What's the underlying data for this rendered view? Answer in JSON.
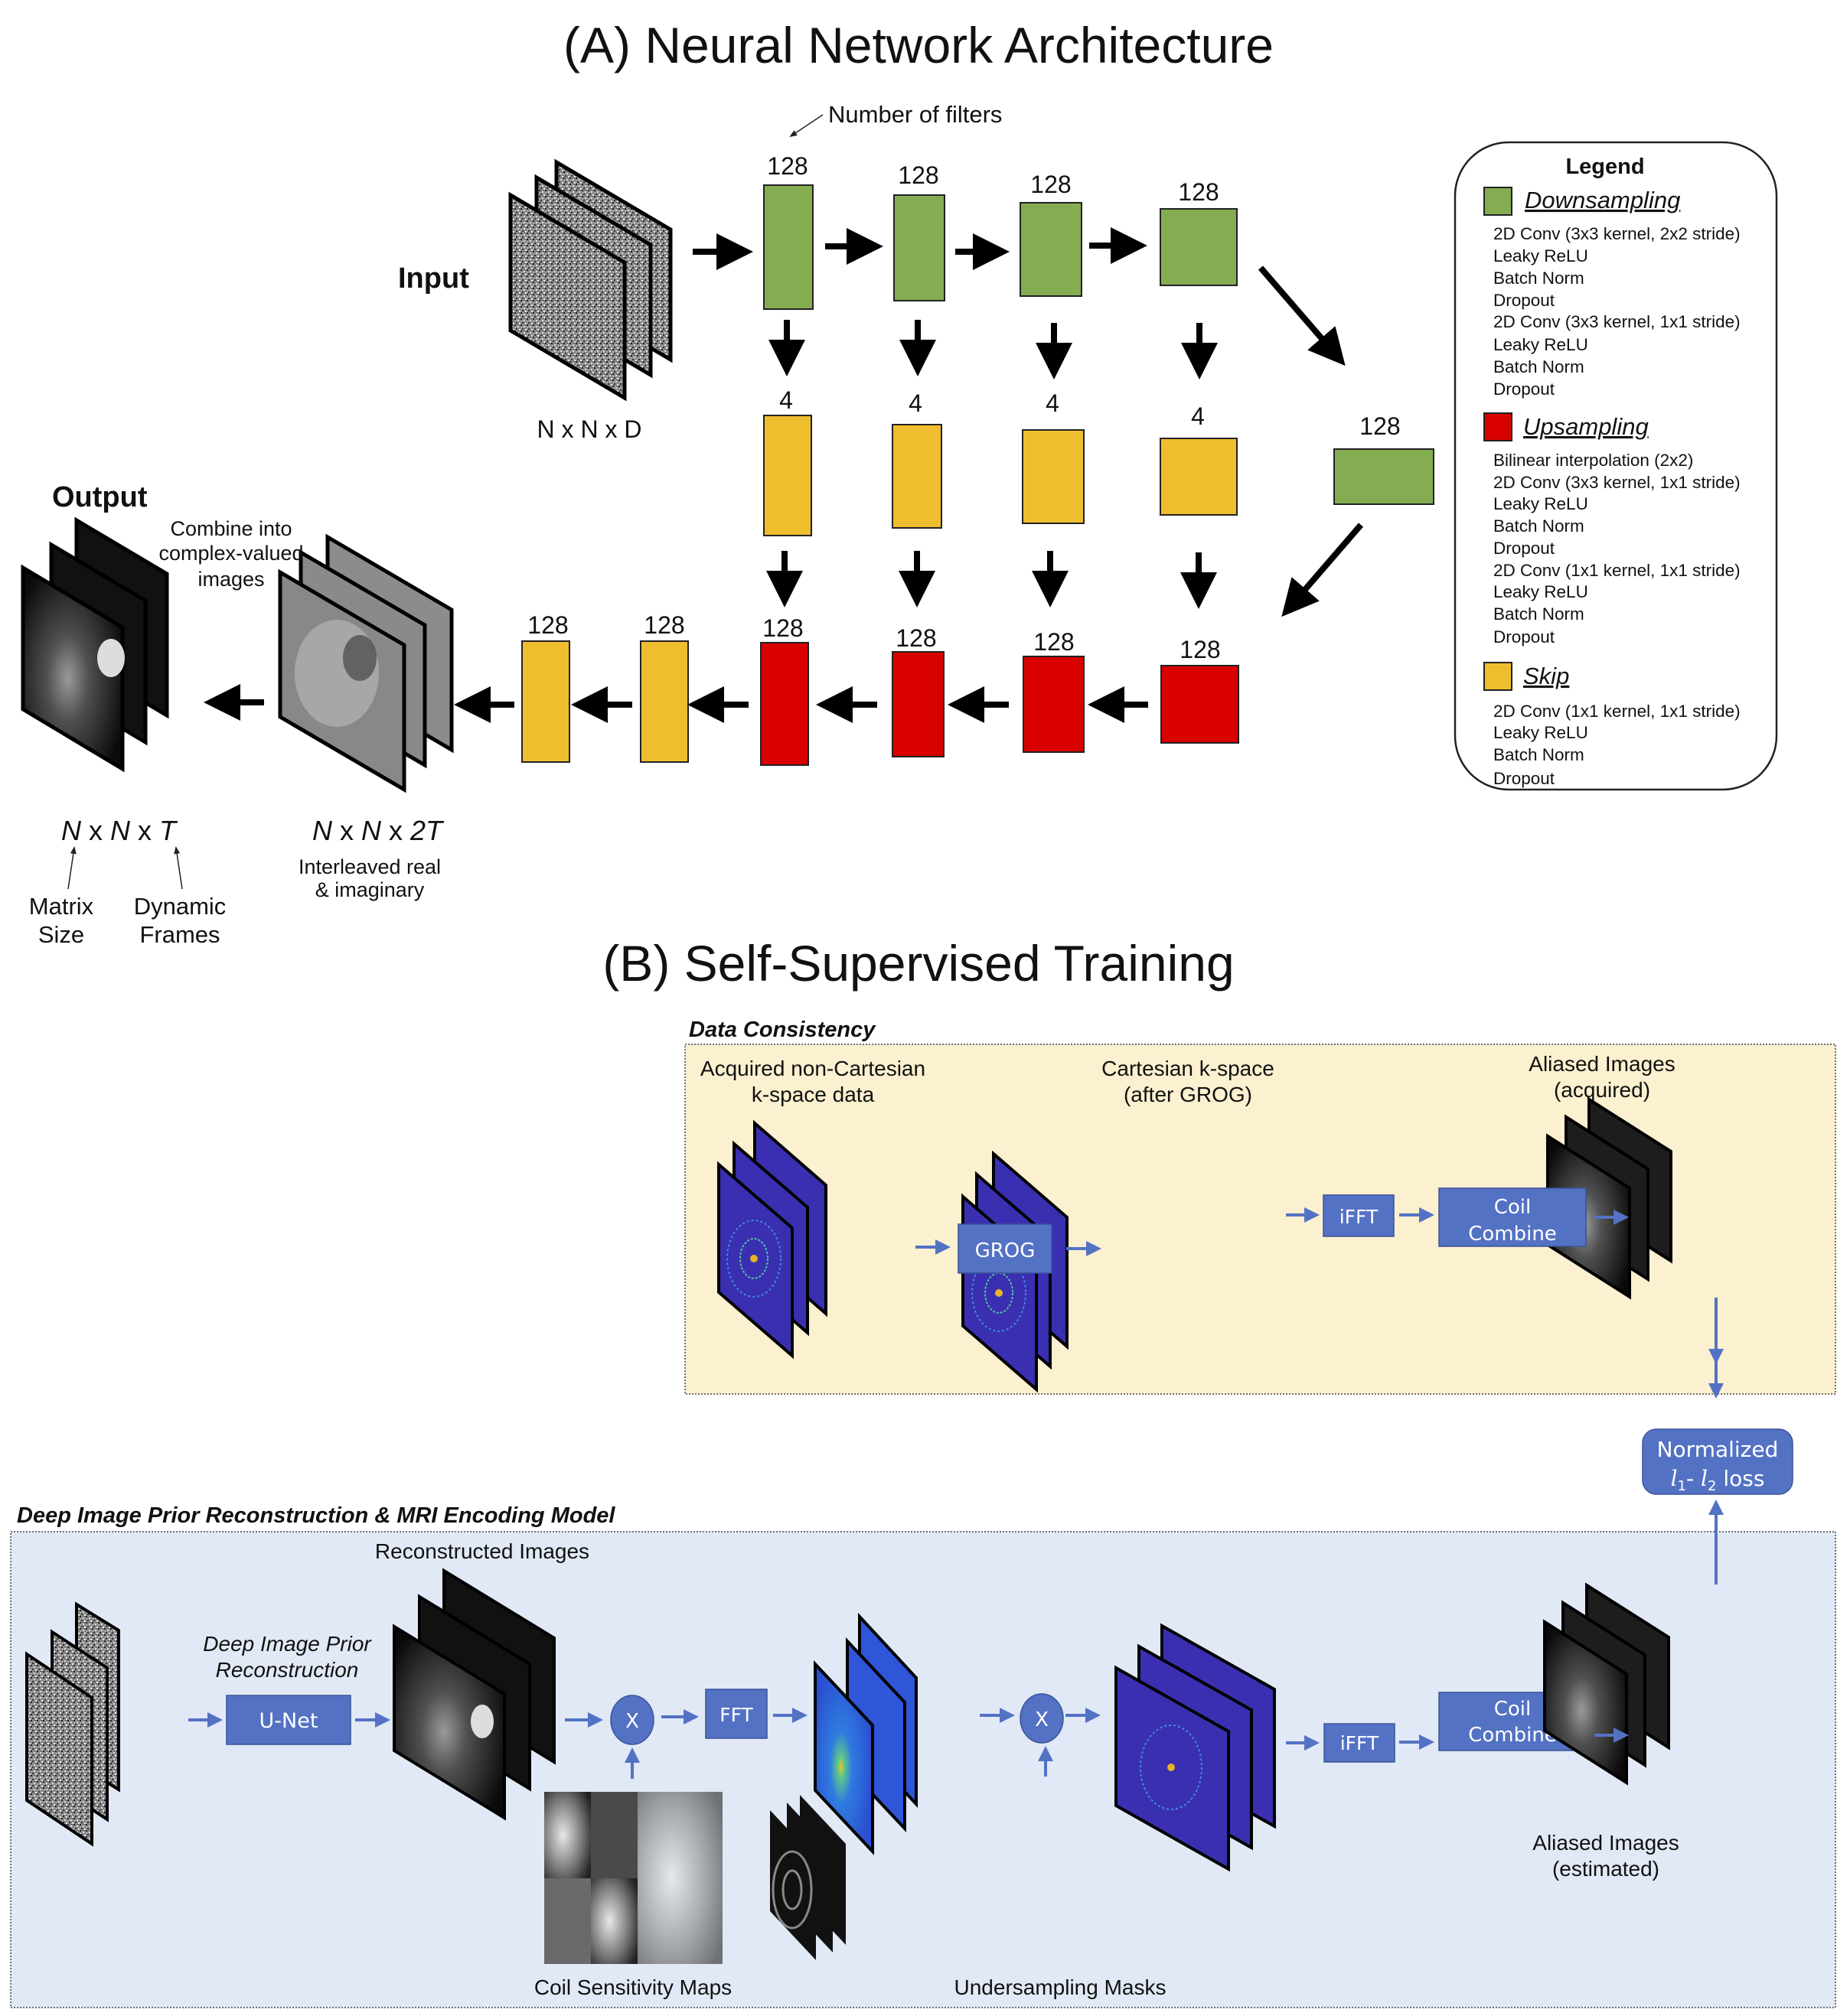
{
  "sectionA": {
    "title": "(A) Neural Network Architecture",
    "annotation_filters": "Number of filters",
    "input_label": "Input",
    "input_dims": "N x N x D",
    "output_label": "Output",
    "combine_label": [
      "Combine into",
      "complex-valued",
      "images"
    ],
    "output_dims": {
      "n1": "N",
      "x1": " x ",
      "n2": "N",
      "x2": " x ",
      "t": "T"
    },
    "interleaved_dims": {
      "n1": "N",
      "x1": " x ",
      "n2": "N",
      "x2": " x ",
      "t": "2T"
    },
    "interleaved_label": [
      "Interleaved real",
      "& imaginary"
    ],
    "matrix_size_label": [
      "Matrix",
      "Size"
    ],
    "dynamic_frames_label": [
      "Dynamic",
      "Frames"
    ],
    "down_blocks": [
      {
        "filters": "128"
      },
      {
        "filters": "128"
      },
      {
        "filters": "128"
      },
      {
        "filters": "128"
      }
    ],
    "bottleneck": {
      "filters": "128"
    },
    "skip_blocks": [
      {
        "filters": "4"
      },
      {
        "filters": "4"
      },
      {
        "filters": "4"
      },
      {
        "filters": "4"
      }
    ],
    "up_blocks": [
      {
        "filters": "128"
      },
      {
        "filters": "128"
      },
      {
        "filters": "128"
      },
      {
        "filters": "128"
      }
    ],
    "output_skip_blocks": [
      {
        "filters": "128"
      },
      {
        "filters": "128"
      }
    ],
    "colors": {
      "down": "#84ad52",
      "skip": "#efbe2f",
      "up": "#d90000"
    }
  },
  "legend": {
    "title": "Legend",
    "sections": [
      {
        "name": "Downsampling",
        "color": "#84ad52",
        "items": [
          "2D Conv (3x3 kernel, 2x2 stride)",
          "Leaky ReLU",
          "Batch Norm",
          "Dropout",
          "2D Conv (3x3 kernel, 1x1 stride)",
          "Leaky ReLU",
          "Batch Norm",
          "Dropout"
        ]
      },
      {
        "name": "Upsampling",
        "color": "#d90000",
        "items": [
          "Bilinear interpolation (2x2)",
          "2D Conv (3x3 kernel, 1x1 stride)",
          "Leaky ReLU",
          "Batch Norm",
          "Dropout",
          "2D Conv (1x1 kernel, 1x1 stride)",
          "Leaky ReLU",
          "Batch Norm",
          "Dropout"
        ]
      },
      {
        "name": "Skip",
        "color": "#efbe2f",
        "items": [
          "2D Conv (1x1 kernel, 1x1 stride)",
          "Leaky ReLU",
          "Batch Norm",
          "Dropout"
        ]
      }
    ]
  },
  "sectionB": {
    "title": "(B) Self-Supervised Training",
    "data_consistency": {
      "heading": "Data Consistency",
      "acquired_label": [
        "Acquired non-Cartesian",
        "k-space data"
      ],
      "cartesian_label": [
        "Cartesian k-space",
        "(after GROG)"
      ],
      "aliased_label": [
        "Aliased Images",
        "(acquired)"
      ],
      "grog": "GROG",
      "ifft": "iFFT",
      "coil_combine": [
        "Coil",
        "Combine"
      ]
    },
    "loss": {
      "line1": "Normalized",
      "l1": "l",
      "sub1": "1",
      "dash": "- ",
      "l2": "l",
      "sub2": "2",
      "suffix": " loss"
    },
    "dip": {
      "heading": "Deep Image Prior Reconstruction & MRI Encoding Model",
      "recon_label": "Reconstructed Images",
      "dip_label": [
        "Deep Image Prior",
        "Reconstruction"
      ],
      "unet": "U-Net",
      "multiply": "X",
      "fft": "FFT",
      "ifft": "iFFT",
      "coil_combine": [
        "Coil",
        "Combine"
      ],
      "coil_maps_label": "Coil Sensitivity Maps",
      "masks_label": "Undersampling Masks",
      "aliased_label": [
        "Aliased Images",
        "(estimated)"
      ]
    },
    "colors": {
      "process_box": "#5472c4",
      "arrow": "#5472c4",
      "dc_bg": "#fbf0cf",
      "dip_bg": "#e1e9f6",
      "kspace": "#3a2fb0"
    }
  }
}
